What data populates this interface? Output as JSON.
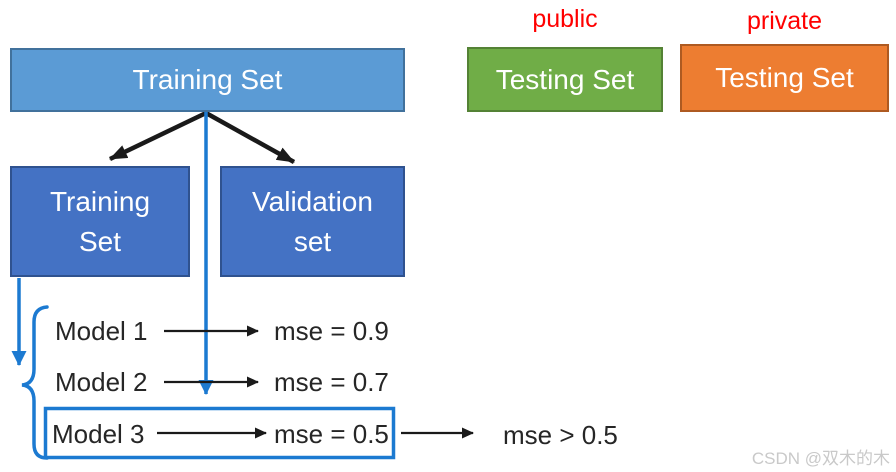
{
  "colors": {
    "box-blue-light": "#5B9BD5",
    "box-blue-light-border": "#41719C",
    "box-blue-dark": "#4472C4",
    "box-blue-dark-border": "#2F528F",
    "box-green": "#70AD47",
    "box-green-border": "#548235",
    "box-orange": "#ED7D31",
    "box-orange-border": "#AE5A21",
    "label-red": "#FF0000",
    "line-blue": "#1C7AD1",
    "line-black": "#1A1A1A",
    "text-dark": "#262626",
    "watermark-gray": "#C9C9C9"
  },
  "boxes": {
    "training_top": {
      "label": "Training Set"
    },
    "training_sub": {
      "label": "Training\nSet"
    },
    "validation_sub": {
      "label": "Validation\nset"
    },
    "testing_public": {
      "tag": "public",
      "label": "Testing Set"
    },
    "testing_private": {
      "tag": "private",
      "label": "Testing Set"
    }
  },
  "models": [
    {
      "name": "Model 1",
      "mse": "mse = 0.9"
    },
    {
      "name": "Model 2",
      "mse": "mse = 0.7"
    },
    {
      "name": "Model 3",
      "mse": "mse = 0.5"
    }
  ],
  "result": {
    "label": "mse > 0.5"
  },
  "watermark": "CSDN @双木的木"
}
